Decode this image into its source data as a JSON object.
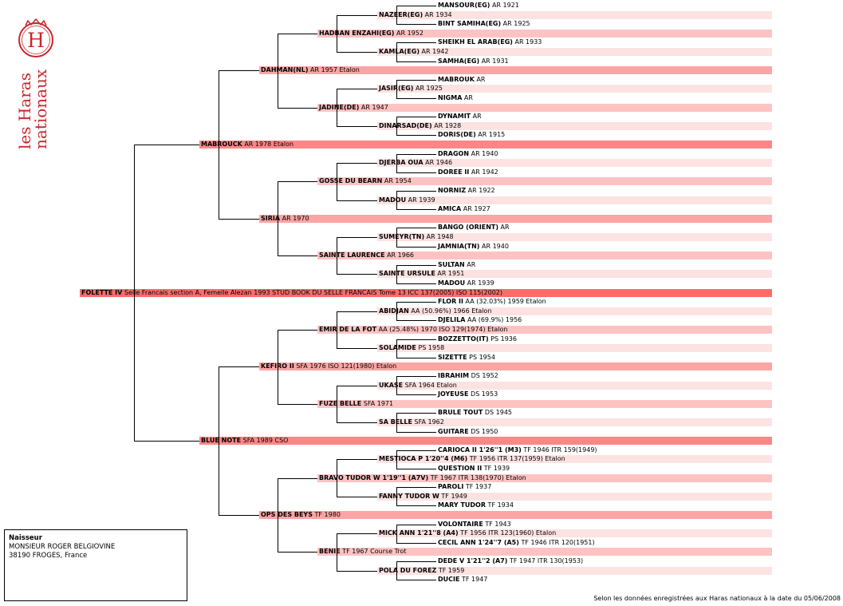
{
  "logo": {
    "letter": "H",
    "line1": "les Haras",
    "line2": "nationaux",
    "color": "#c8272c"
  },
  "colors": {
    "gen0": "#fd6b6b",
    "gen1": "#fd8686",
    "gen2": "#fda4a4",
    "gen3": "#fdc3c3",
    "gen4": "#fde2e2"
  },
  "pedigree": [
    {
      "gen": 4,
      "row": 0,
      "name": "MANSOUR(EG)",
      "detail": "AR 1921"
    },
    {
      "gen": 3,
      "row": 1,
      "name": "NAZEER(EG)",
      "detail": "AR 1934"
    },
    {
      "gen": 4,
      "row": 2,
      "name": "BINT SAMIHA(EG)",
      "detail": "AR 1925"
    },
    {
      "gen": 2,
      "row": 3,
      "name": "HADBAN ENZAHI(EG)",
      "detail": "AR 1952"
    },
    {
      "gen": 4,
      "row": 4,
      "name": "SHEIKH EL ARAB(EG)",
      "detail": "AR 1933"
    },
    {
      "gen": 3,
      "row": 5,
      "name": "KAMLA(EG)",
      "detail": "AR 1942"
    },
    {
      "gen": 4,
      "row": 6,
      "name": "SAMHA(EG)",
      "detail": "AR 1931"
    },
    {
      "gen": 1,
      "row": 7,
      "name": "DAHMAN(NL)",
      "detail": "AR 1957 Etalon"
    },
    {
      "gen": 4,
      "row": 8,
      "name": "MABROUK",
      "detail": "AR"
    },
    {
      "gen": 3,
      "row": 9,
      "name": "JASIR(EG)",
      "detail": "AR 1925"
    },
    {
      "gen": 4,
      "row": 10,
      "name": "NIGMA",
      "detail": "AR"
    },
    {
      "gen": 2,
      "row": 11,
      "name": "JADINE(DE)",
      "detail": "AR 1947"
    },
    {
      "gen": 4,
      "row": 12,
      "name": "DYNAMIT",
      "detail": "AR"
    },
    {
      "gen": 3,
      "row": 13,
      "name": "DINARSAD(DE)",
      "detail": "AR 1928"
    },
    {
      "gen": 4,
      "row": 14,
      "name": "DORIS(DE)",
      "detail": "AR 1915"
    },
    {
      "gen": 0,
      "row": 15,
      "name": "MABROUCK",
      "detail": "AR 1978 Etalon"
    },
    {
      "gen": 4,
      "row": 16,
      "name": "DRAGON",
      "detail": "AR 1940"
    },
    {
      "gen": 3,
      "row": 17,
      "name": "DJERBA OUA",
      "detail": "AR 1946"
    },
    {
      "gen": 4,
      "row": 18,
      "name": "DOREE II",
      "detail": "AR 1942"
    },
    {
      "gen": 2,
      "row": 19,
      "name": "GOSSE DU BEARN",
      "detail": "AR 1954"
    },
    {
      "gen": 4,
      "row": 20,
      "name": "NORNIZ",
      "detail": "AR 1922"
    },
    {
      "gen": 3,
      "row": 21,
      "name": "MADOU",
      "detail": "AR 1939"
    },
    {
      "gen": 4,
      "row": 22,
      "name": "AMICA",
      "detail": "AR 1927"
    },
    {
      "gen": 1,
      "row": 23,
      "name": "SIRIA",
      "detail": "AR 1970"
    },
    {
      "gen": 4,
      "row": 24,
      "name": "BANGO (ORIENT)",
      "detail": "AR"
    },
    {
      "gen": 3,
      "row": 25,
      "name": "SUMEYR(TN)",
      "detail": "AR 1948"
    },
    {
      "gen": 4,
      "row": 26,
      "name": "JAMNIA(TN)",
      "detail": "AR 1940"
    },
    {
      "gen": 2,
      "row": 27,
      "name": "SAINTE LAURENCE",
      "detail": "AR 1966"
    },
    {
      "gen": 4,
      "row": 28,
      "name": "SULTAN",
      "detail": "AR"
    },
    {
      "gen": 3,
      "row": 29,
      "name": "SAINTE URSULE",
      "detail": "AR 1951"
    },
    {
      "gen": 4,
      "row": 30,
      "name": "MADOU",
      "detail": "AR 1939"
    },
    {
      "gen": -1,
      "row": 31,
      "name": "FOLETTE IV",
      "detail": "Selle Francais section A, Femelle Alezan 1993 STUD BOOK DU SELLE FRANCAIS Tome 13 ICC 137(2005) ISO 115(2002)"
    },
    {
      "gen": 4,
      "row": 32,
      "name": "FLOR II",
      "detail": "AA (32.03%) 1959 Etalon"
    },
    {
      "gen": 3,
      "row": 33,
      "name": "ABIDJAN",
      "detail": "AA (50.96%) 1966 Etalon"
    },
    {
      "gen": 4,
      "row": 34,
      "name": "DJELILA",
      "detail": "AA (69.9%) 1956"
    },
    {
      "gen": 2,
      "row": 35,
      "name": "EMIR DE LA FOT",
      "detail": "AA (25.48%) 1970 ISO 129(1974) Etalon"
    },
    {
      "gen": 4,
      "row": 36,
      "name": "BOZZETTO(IT)",
      "detail": "PS 1936"
    },
    {
      "gen": 3,
      "row": 37,
      "name": "SOLAMIDE",
      "detail": "PS 1958"
    },
    {
      "gen": 4,
      "row": 38,
      "name": "SIZETTE",
      "detail": "PS 1954"
    },
    {
      "gen": 1,
      "row": 39,
      "name": "KEFIRO II",
      "detail": "SFA 1976 ISO 121(1980) Etalon"
    },
    {
      "gen": 4,
      "row": 40,
      "name": "IBRAHIM",
      "detail": "DS 1952"
    },
    {
      "gen": 3,
      "row": 41,
      "name": "UKASE",
      "detail": "SFA 1964 Etalon"
    },
    {
      "gen": 4,
      "row": 42,
      "name": "JOYEUSE",
      "detail": "DS 1953"
    },
    {
      "gen": 2,
      "row": 43,
      "name": "FUZE BELLE",
      "detail": "SFA 1971"
    },
    {
      "gen": 4,
      "row": 44,
      "name": "BRULE TOUT",
      "detail": "DS 1945"
    },
    {
      "gen": 3,
      "row": 45,
      "name": "SA BELLE",
      "detail": "SFA 1962"
    },
    {
      "gen": 4,
      "row": 46,
      "name": "GUITARE",
      "detail": "DS 1950"
    },
    {
      "gen": 0,
      "row": 47,
      "name": "BLUE NOTE",
      "detail": "SFA 1989 CSO"
    },
    {
      "gen": 4,
      "row": 48,
      "name": "CARIOCA II 1'26''1 (M3)",
      "detail": "TF 1946 ITR 159(1949)"
    },
    {
      "gen": 3,
      "row": 49,
      "name": "MESTIOCA P 1'20''4 (M6)",
      "detail": "TF 1956 ITR 137(1959) Etalon"
    },
    {
      "gen": 4,
      "row": 50,
      "name": "QUESTION II",
      "detail": "TF 1939"
    },
    {
      "gen": 2,
      "row": 51,
      "name": "BRAVO TUDOR W 1'19''1 (A7V)",
      "detail": "TF 1967 ITR 138(1970) Etalon"
    },
    {
      "gen": 4,
      "row": 52,
      "name": "PAROLI",
      "detail": "TF 1937"
    },
    {
      "gen": 3,
      "row": 53,
      "name": "FANNY TUDOR W",
      "detail": "TF 1949"
    },
    {
      "gen": 4,
      "row": 54,
      "name": "MARY TUDOR",
      "detail": "TF 1934"
    },
    {
      "gen": 1,
      "row": 55,
      "name": "OPS DES BEYS",
      "detail": "TF 1980"
    },
    {
      "gen": 4,
      "row": 56,
      "name": "VOLONTAIRE",
      "detail": "TF 1943"
    },
    {
      "gen": 3,
      "row": 57,
      "name": "MICK ANN 1'21''8 (A4)",
      "detail": "TF 1956 ITR 123(1960) Etalon"
    },
    {
      "gen": 4,
      "row": 58,
      "name": "CECIL ANN 1'24''7 (A5)",
      "detail": "TF 1946 ITR 120(1951)"
    },
    {
      "gen": 2,
      "row": 59,
      "name": "BENIE",
      "detail": "TF 1967 Course Trot"
    },
    {
      "gen": 4,
      "row": 60,
      "name": "DEDE V 1'21''2 (A7)",
      "detail": "TF 1947 ITR 130(1953)"
    },
    {
      "gen": 3,
      "row": 61,
      "name": "POLA DU FOREZ",
      "detail": "TF 1959"
    },
    {
      "gen": 4,
      "row": 62,
      "name": "DUCIE",
      "detail": "TF 1947"
    }
  ],
  "breeder": {
    "heading": "Naisseur",
    "name": "MONSIEUR ROGER BELGIOVINE",
    "address": "38190 FROGES, France"
  },
  "footer": "Selon les données enregistrées aux Haras nationaux à la date du 05/06/2008"
}
